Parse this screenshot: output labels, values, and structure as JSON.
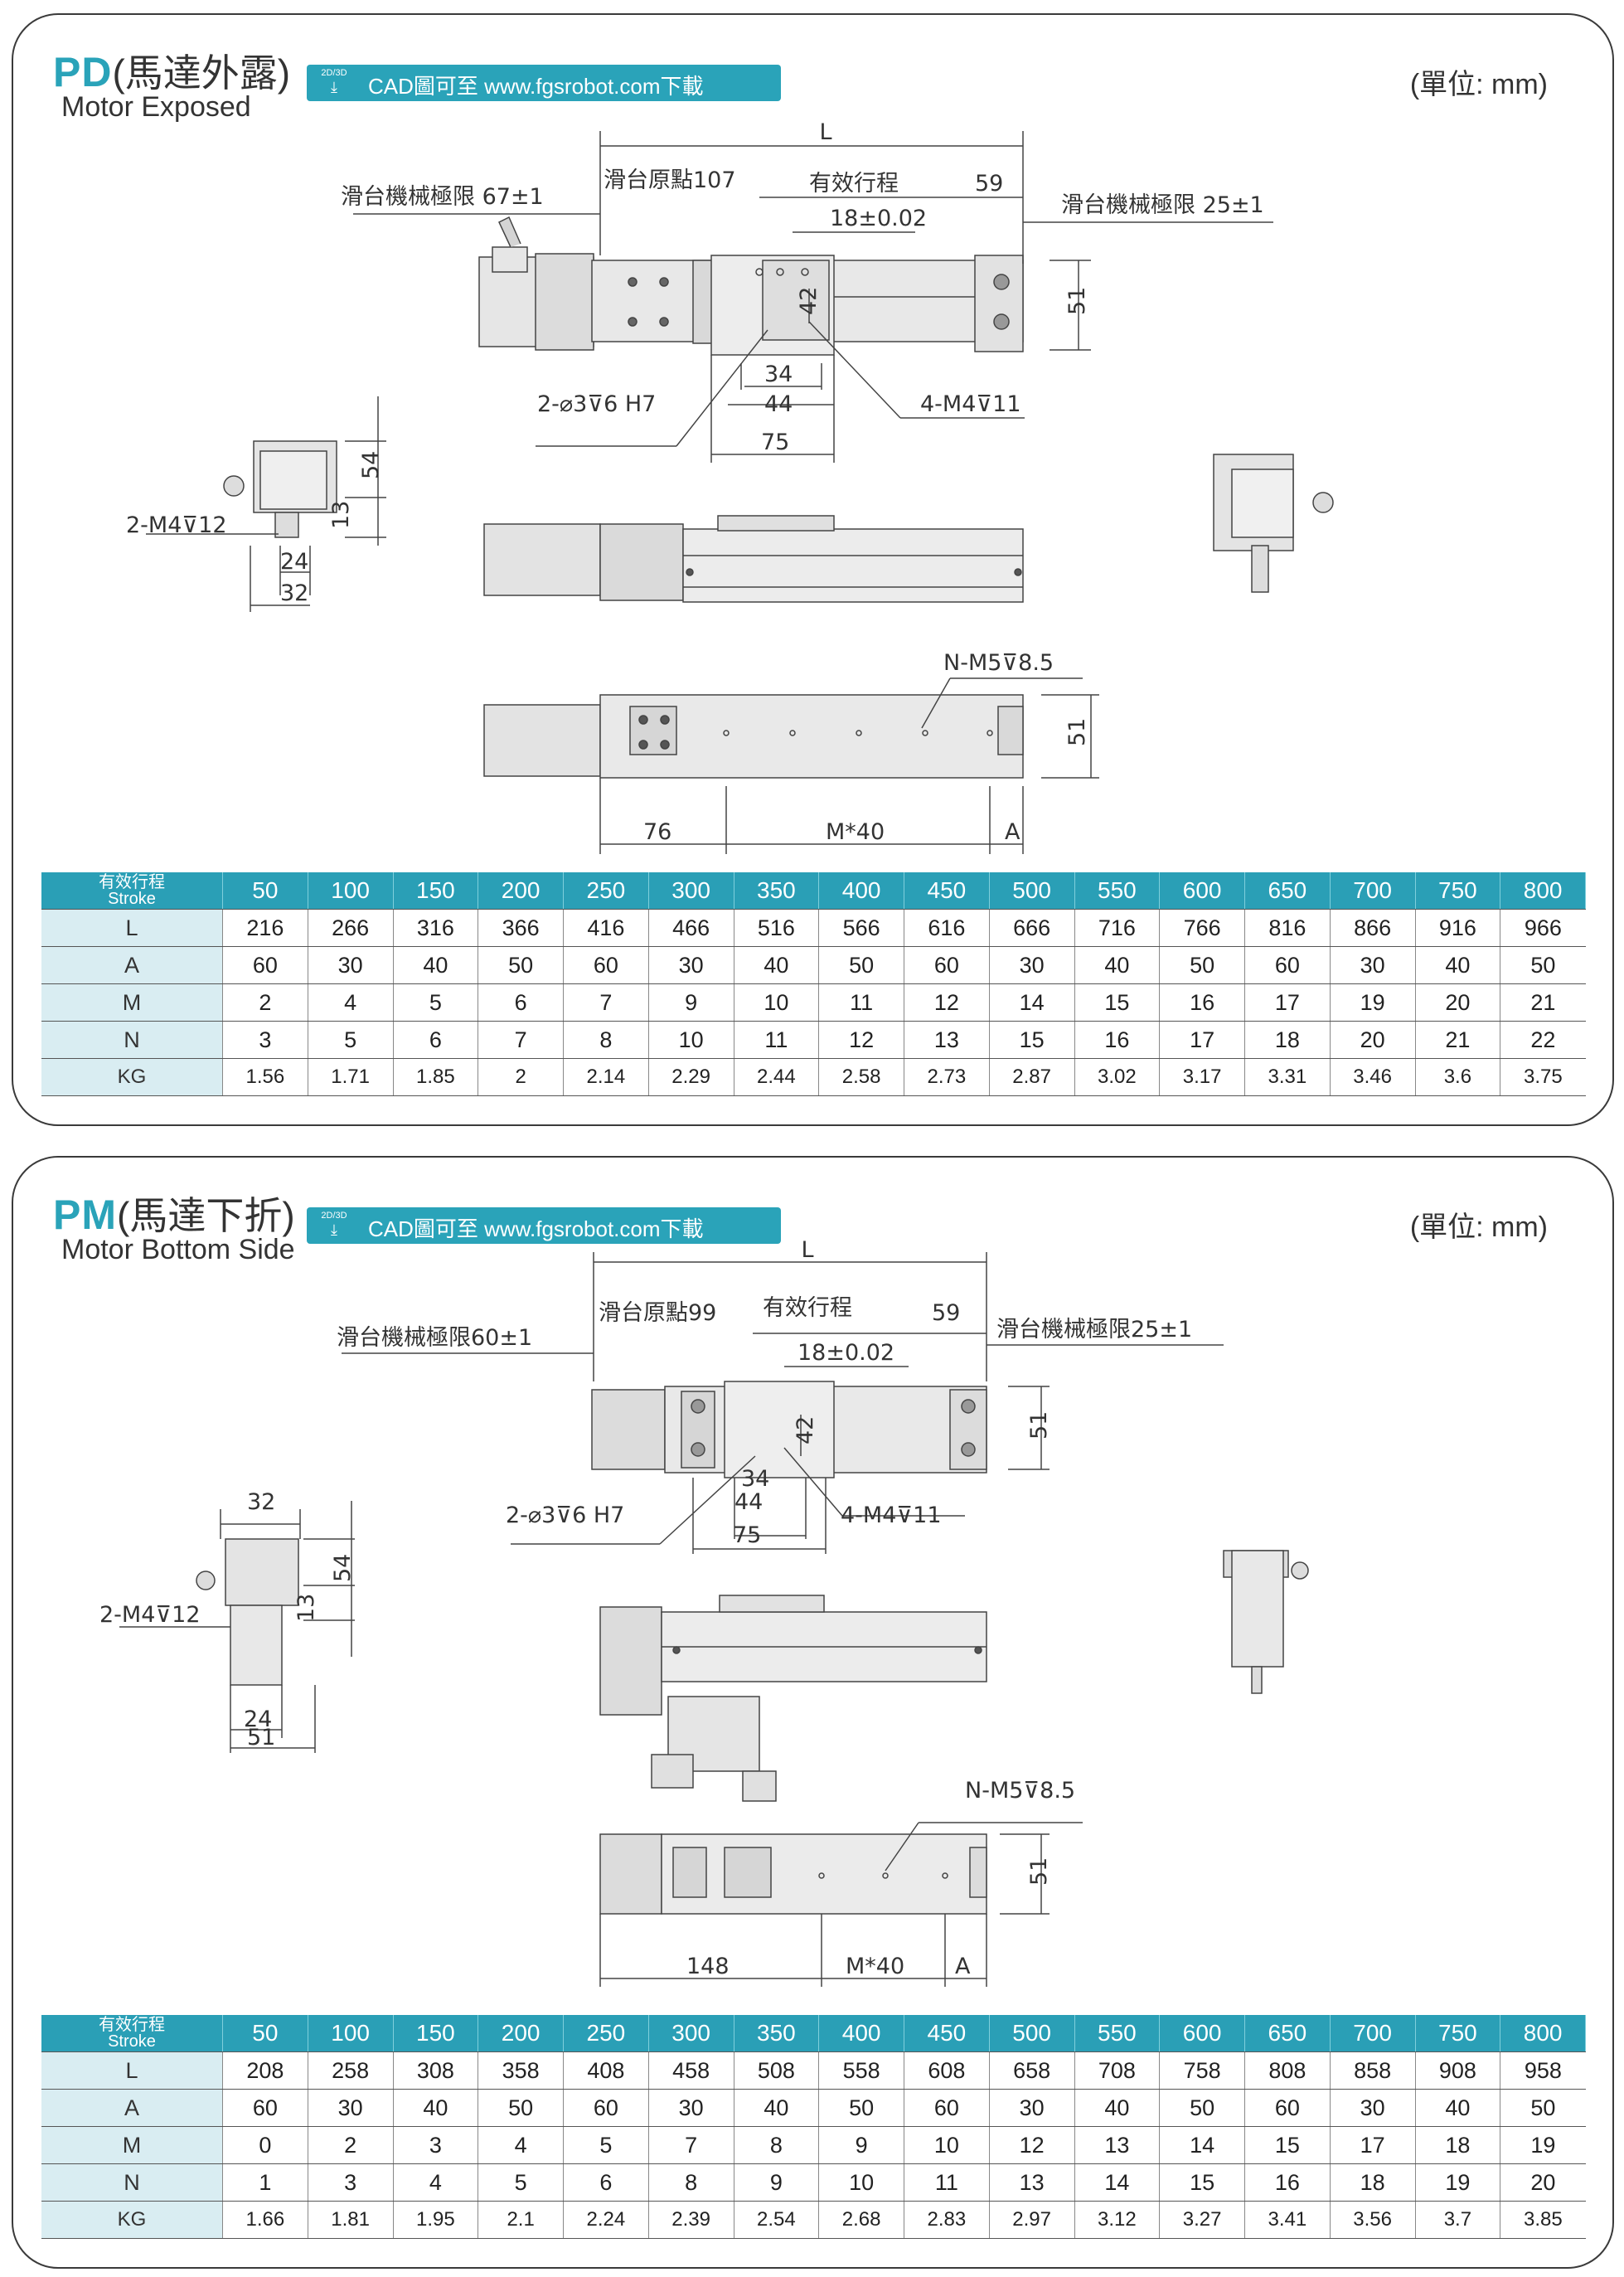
{
  "panels": [
    {
      "code": "PD",
      "name_zh": "(馬達外露)",
      "name_en": "Motor Exposed",
      "cad": "CAD圖可至 www.fgsrobot.com下載",
      "cad_badge": "2D/3D",
      "unit": "(單位: mm)",
      "labels": {
        "L": "L",
        "left_limit": "滑台機械極限 67±1",
        "origin": "滑台原點107",
        "stroke": "有效行程",
        "end": "59",
        "right_limit": "滑台機械極限 25±1",
        "pitch": "18±0.02",
        "h42": "42",
        "h51": "51",
        "pin_holes": "2-⌀3⊽6  H7",
        "d34": "34",
        "d44": "44",
        "d75": "75",
        "tap_top": "4-M4⊽11",
        "side_tap": "2-M4⊽12",
        "h54": "54",
        "h13": "13",
        "w24": "24",
        "w32": "32",
        "bottom_tap": "N-M5⊽8.5",
        "h51b": "51",
        "b76": "76",
        "bM": "M*40",
        "bA": "A"
      },
      "table": {
        "header_zh": "有效行程",
        "header_en": "Stroke",
        "strokes": [
          "50",
          "100",
          "150",
          "200",
          "250",
          "300",
          "350",
          "400",
          "450",
          "500",
          "550",
          "600",
          "650",
          "700",
          "750",
          "800"
        ],
        "rows": [
          {
            "label": "L",
            "values": [
              "216",
              "266",
              "316",
              "366",
              "416",
              "466",
              "516",
              "566",
              "616",
              "666",
              "716",
              "766",
              "816",
              "866",
              "916",
              "966"
            ]
          },
          {
            "label": "A",
            "values": [
              "60",
              "30",
              "40",
              "50",
              "60",
              "30",
              "40",
              "50",
              "60",
              "30",
              "40",
              "50",
              "60",
              "30",
              "40",
              "50"
            ]
          },
          {
            "label": "M",
            "values": [
              "2",
              "4",
              "5",
              "6",
              "7",
              "9",
              "10",
              "11",
              "12",
              "14",
              "15",
              "16",
              "17",
              "19",
              "20",
              "21"
            ]
          },
          {
            "label": "N",
            "values": [
              "3",
              "5",
              "6",
              "7",
              "8",
              "10",
              "11",
              "12",
              "13",
              "15",
              "16",
              "17",
              "18",
              "20",
              "21",
              "22"
            ]
          },
          {
            "label": "KG",
            "values": [
              "1.56",
              "1.71",
              "1.85",
              "2",
              "2.14",
              "2.29",
              "2.44",
              "2.58",
              "2.73",
              "2.87",
              "3.02",
              "3.17",
              "3.31",
              "3.46",
              "3.6",
              "3.75"
            ]
          }
        ]
      }
    },
    {
      "code": "PM",
      "name_zh": "(馬達下折)",
      "name_en": "Motor Bottom Side",
      "cad": "CAD圖可至 www.fgsrobot.com下載",
      "cad_badge": "2D/3D",
      "unit": "(單位: mm)",
      "labels": {
        "L": "L",
        "left_limit": "滑台機械極限60±1",
        "origin": "滑台原點99",
        "stroke": "有效行程",
        "end": "59",
        "right_limit": "滑台機械極限25±1",
        "pitch": "18±0.02",
        "h42": "42",
        "h51": "51",
        "pin_holes": "2-⌀3⊽6  H7",
        "d34": "34",
        "d44": "44",
        "d75": "75",
        "tap_top": "4-M4⊽11",
        "side_tap": "2-M4⊽12",
        "h54": "54",
        "h13": "13",
        "w24": "24",
        "w32": "32",
        "w51": "51",
        "bottom_tap": "N-M5⊽8.5",
        "h51b": "51",
        "b148": "148",
        "bM": "M*40",
        "bA": "A"
      },
      "table": {
        "header_zh": "有效行程",
        "header_en": "Stroke",
        "strokes": [
          "50",
          "100",
          "150",
          "200",
          "250",
          "300",
          "350",
          "400",
          "450",
          "500",
          "550",
          "600",
          "650",
          "700",
          "750",
          "800"
        ],
        "rows": [
          {
            "label": "L",
            "values": [
              "208",
              "258",
              "308",
              "358",
              "408",
              "458",
              "508",
              "558",
              "608",
              "658",
              "708",
              "758",
              "808",
              "858",
              "908",
              "958"
            ]
          },
          {
            "label": "A",
            "values": [
              "60",
              "30",
              "40",
              "50",
              "60",
              "30",
              "40",
              "50",
              "60",
              "30",
              "40",
              "50",
              "60",
              "30",
              "40",
              "50"
            ]
          },
          {
            "label": "M",
            "values": [
              "0",
              "2",
              "3",
              "4",
              "5",
              "7",
              "8",
              "9",
              "10",
              "12",
              "13",
              "14",
              "15",
              "17",
              "18",
              "19"
            ]
          },
          {
            "label": "N",
            "values": [
              "1",
              "3",
              "4",
              "5",
              "6",
              "8",
              "9",
              "10",
              "11",
              "13",
              "14",
              "15",
              "16",
              "18",
              "19",
              "20"
            ]
          },
          {
            "label": "KG",
            "values": [
              "1.66",
              "1.81",
              "1.95",
              "2.1",
              "2.24",
              "2.39",
              "2.54",
              "2.68",
              "2.83",
              "2.97",
              "3.12",
              "3.27",
              "3.41",
              "3.56",
              "3.7",
              "3.85"
            ]
          }
        ]
      }
    }
  ]
}
